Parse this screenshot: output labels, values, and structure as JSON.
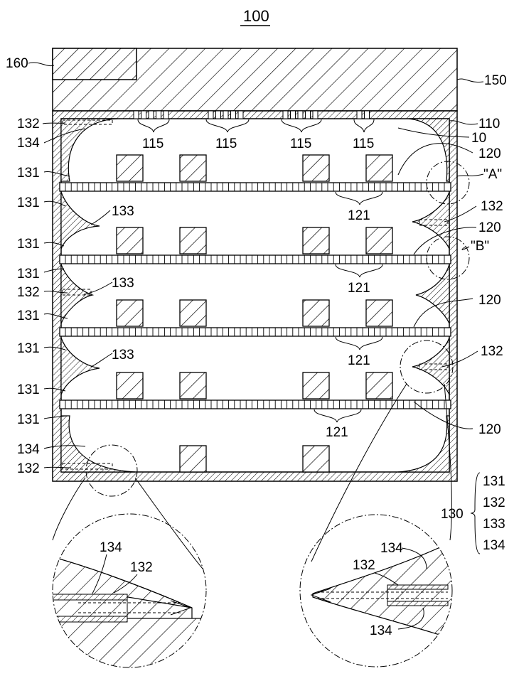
{
  "figure": {
    "title": "100",
    "labels": {
      "l160": "160",
      "l150": "150",
      "l110": "110",
      "l10": "10",
      "l115": "115",
      "l120": "120",
      "l121": "121",
      "l131": "131",
      "l132": "132",
      "l133": "133",
      "l134": "134",
      "lA": "\"A\"",
      "lB": "\"B\"",
      "l130": "130"
    },
    "legend_130": [
      "131",
      "132",
      "133",
      "134"
    ]
  }
}
